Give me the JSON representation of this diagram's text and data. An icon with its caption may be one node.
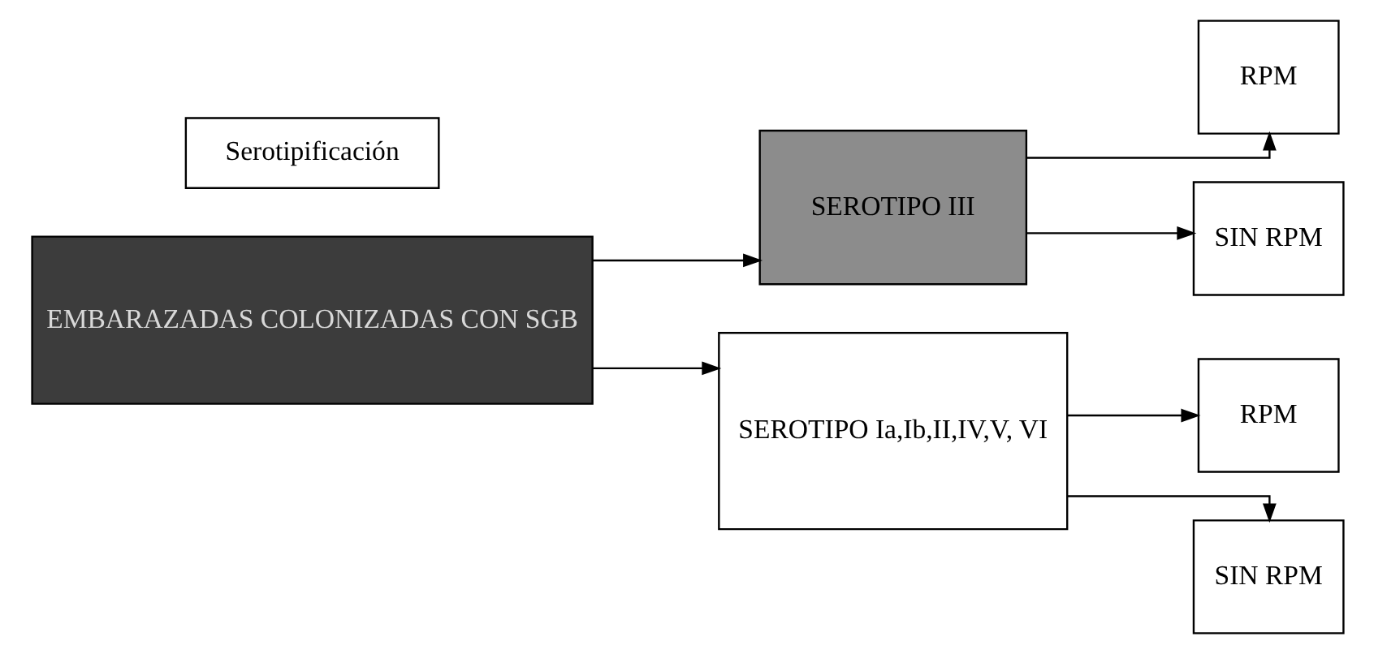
{
  "diagram": {
    "nodes": [
      {
        "text": [
          "EMBARAZADAS COLONIZADAS CON SGB"
        ]
      },
      {
        "text": [
          "Serotipificación"
        ]
      },
      {
        "text": [
          "SEROTIPO III"
        ]
      },
      {
        "text": [
          "SEROTIPO Ia,Ib,II,IV,V, VI"
        ]
      },
      {
        "text": [
          "RPM"
        ]
      },
      {
        "text": [
          "SIN RPM"
        ]
      },
      {
        "text": [
          "RPM"
        ]
      },
      {
        "text": [
          "SIN RPM"
        ]
      }
    ],
    "edges": [
      {
        "from": 0,
        "to": 2,
        "arrow": "to"
      },
      {
        "from": 0,
        "to": 3,
        "arrow": "to"
      },
      {
        "from": 2,
        "to": 4,
        "arrow": "to"
      },
      {
        "from": 2,
        "to": 5,
        "arrow": "to"
      },
      {
        "from": 3,
        "to": 6,
        "arrow": "to"
      },
      {
        "from": 3,
        "to": 7,
        "arrow": "to"
      }
    ]
  }
}
